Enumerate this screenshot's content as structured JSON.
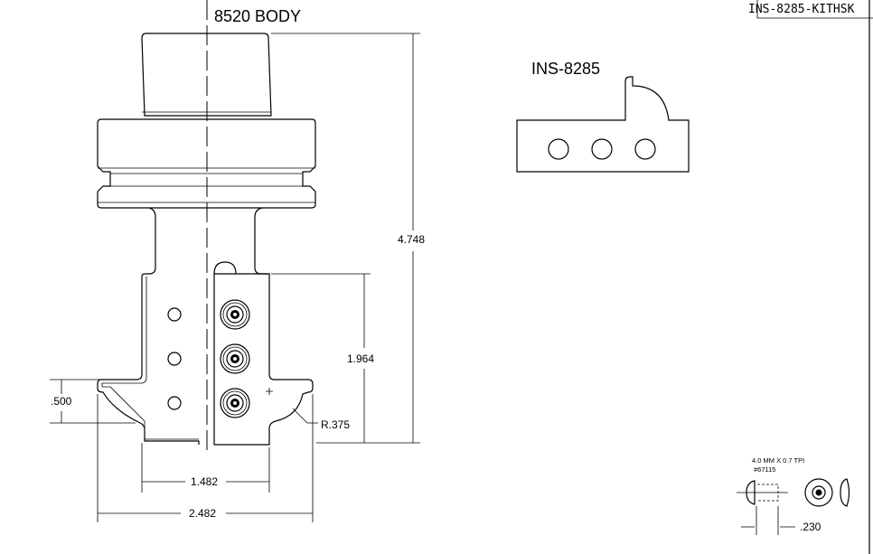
{
  "drawing_number": "INS-8285-KITHSK",
  "body_label": "8520 BODY",
  "insert_label": "INS-8285",
  "dimensions": {
    "overall_height": "4.748",
    "insert_height": "1.964",
    "step": ".500",
    "radius": "R.375",
    "inner_width": "1.482",
    "overall_width": "2.482"
  },
  "screw": {
    "spec": "4.0 MM X 0.7 TPI",
    "part_number": "#67115",
    "length": ".230"
  }
}
